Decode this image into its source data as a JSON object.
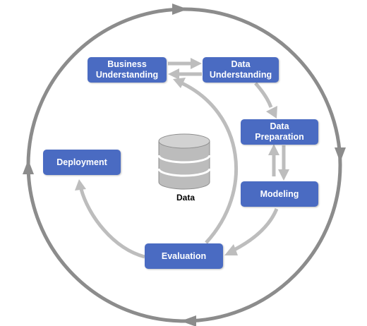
{
  "colors": {
    "node_fill": "#4a6bc2",
    "node_text": "#ffffff",
    "outer_cycle": "#8c8c8c",
    "inner_arrow": "#bdbdbd",
    "database_fill": "#bcbcbc"
  },
  "nodes": {
    "business_understanding": {
      "line1": "Business",
      "line2": "Understanding"
    },
    "data_understanding": {
      "line1": "Data",
      "line2": "Understanding"
    },
    "data_preparation": {
      "line1": "Data",
      "line2": "Preparation"
    },
    "modeling": {
      "label": "Modeling"
    },
    "evaluation": {
      "label": "Evaluation"
    },
    "deployment": {
      "label": "Deployment"
    }
  },
  "database": {
    "label": "Data",
    "icon": "database-icon"
  }
}
